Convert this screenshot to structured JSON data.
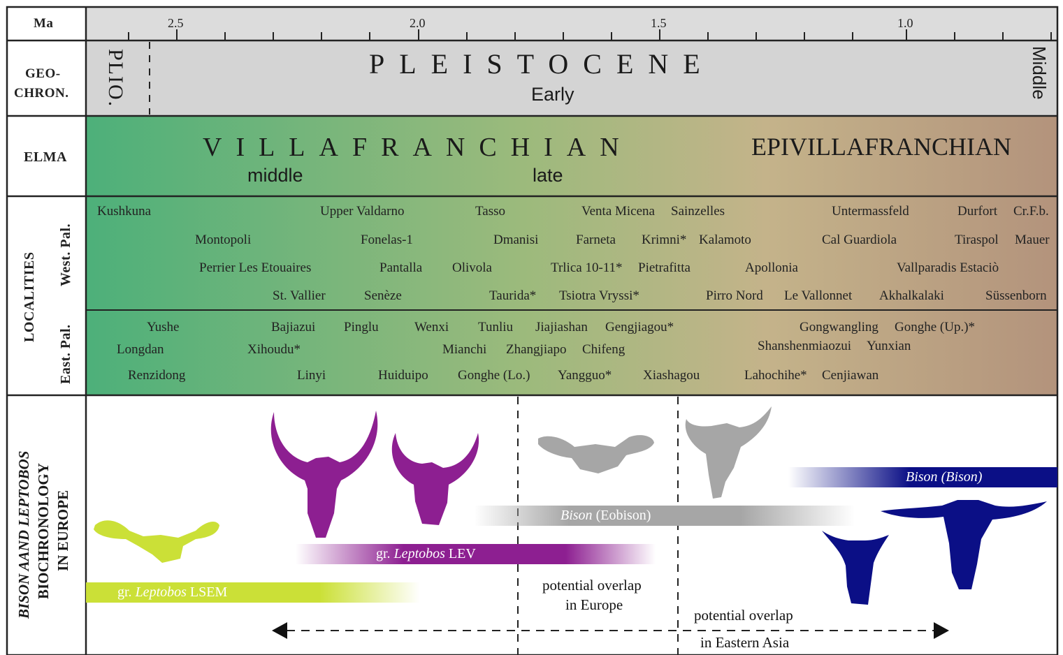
{
  "scale": {
    "unit_label": "Ma",
    "ticks": [
      "2.5",
      "2.0",
      "1.5",
      "1.0"
    ]
  },
  "geochron": {
    "row_label_1": "GEO-",
    "row_label_2": "CHRON.",
    "plio": "PLIO.",
    "pleistocene": "PLEISTOCENE",
    "early": "Early",
    "middle": "Middle"
  },
  "elma": {
    "row_label": "ELMA",
    "villafranchian": "VILLAFRANCHIAN",
    "middle": "middle",
    "late": "late",
    "epivillafranchian": "EPIVILLAFRANCHIAN"
  },
  "localities": {
    "row_label": "LOCALITIES",
    "west_label": "West. Pal.",
    "east_label": "East. Pal.",
    "west": [
      "Kushkuna",
      "Upper Valdarno",
      "Tasso",
      "Venta Micena",
      "Sainzelles",
      "Untermassfeld",
      "Durfort",
      "Cr.F.b.",
      "Montopoli",
      "Fonelas-1",
      "Dmanisi",
      "Farneta",
      "Krimni*",
      "Kalamoto",
      "Cal Guardiola",
      "Tiraspol",
      "Mauer",
      "Perrier Les Etouaires",
      "Pantalla",
      "Olivola",
      "Trlica 10-11*",
      "Pietrafitta",
      "Apollonia",
      "Vallparadis Estaciò",
      "St. Vallier",
      "Senèze",
      "Taurida*",
      "Tsiotra Vryssi*",
      "Pirro Nord",
      "Le Vallonnet",
      "Akhalkalaki",
      "Süssenborn"
    ],
    "east": [
      "Yushe",
      "Bajiazui",
      "Pinglu",
      "Wenxi",
      "Tunliu",
      "Jiajiashan",
      "Gengjiagou*",
      "Gongwangling",
      "Gonghe (Up.)*",
      "Longdan",
      "Xihoudu*",
      "Mianchi",
      "Zhangjiapo",
      "Chifeng",
      "Shanshenmiaozui",
      "Yunxian",
      "Renzidong",
      "Linyi",
      "Huiduipo",
      "Gonghe (Lo.)",
      "Yangguo*",
      "Xiashagou",
      "Lahochihe*",
      "Cenjiawan"
    ]
  },
  "biochron": {
    "row_label_1": "BISON AAND LEPTOBOS",
    "row_label_2": "BIOCHRONOLOGY",
    "row_label_3": "IN EUROPE",
    "bars": [
      {
        "prefix": "gr. ",
        "taxon": "Leptobos",
        "suffix": " LSEM",
        "color": "#cbe037"
      },
      {
        "prefix": "gr. ",
        "taxon": "Leptobos",
        "suffix": " LEV",
        "color": "#8d1f91"
      },
      {
        "prefix": "",
        "taxon": "Bison",
        "suffix": " (Eobison)",
        "color": "#a6a6a6"
      },
      {
        "prefix": "",
        "taxon": "Bison",
        "suffix": " (Bison)",
        "color": "#0b0f86"
      }
    ],
    "overlap_europe_1": "potential overlap",
    "overlap_europe_2": "in Europe",
    "overlap_asia_1": "potential overlap",
    "overlap_asia_2": "in Eastern Asia",
    "silhouette_colors": {
      "lsem": "#cbe037",
      "lev": "#8d1f91",
      "eobison": "#a6a6a6",
      "bison": "#0b0f86"
    }
  }
}
